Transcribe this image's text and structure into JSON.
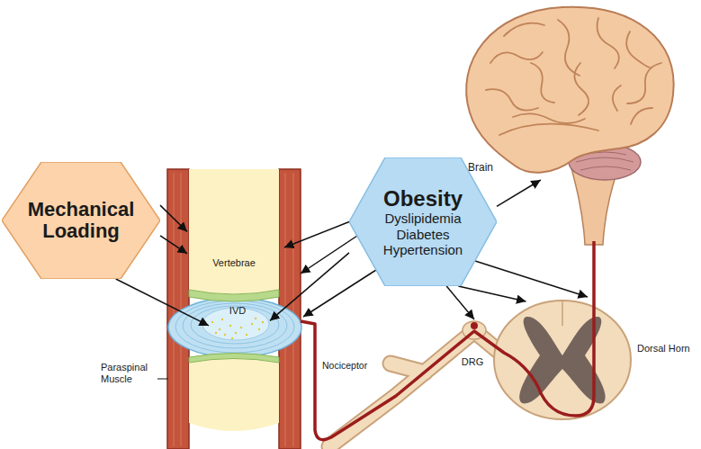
{
  "diagram": {
    "nodes": [
      {
        "text": [
          "Mechanical Loading"
        ]
      },
      {
        "text": [
          "Vertebrae"
        ]
      },
      {
        "text": [
          "IVD"
        ]
      },
      {
        "text": [
          "Obesity",
          "Dyslipidemia Diabetes Hypertension"
        ]
      },
      {
        "text": [
          "Brain"
        ]
      },
      {
        "text": [
          "DRG"
        ]
      },
      {
        "text": [
          "Dorsal Horn"
        ]
      }
    ],
    "edges": [
      {
        "from": 0,
        "to": 1,
        "arrow": "to"
      },
      {
        "from": 0,
        "to": 1,
        "arrow": "to"
      },
      {
        "from": 0,
        "to": 2,
        "arrow": "to"
      },
      {
        "from": 3,
        "to": 1,
        "arrow": "to"
      },
      {
        "from": 3,
        "to": 2,
        "arrow": "to"
      },
      {
        "from": 3,
        "to": 5,
        "arrow": "to"
      },
      {
        "from": 3,
        "to": 6,
        "arrow": "to"
      },
      {
        "from": 3,
        "to": 4,
        "arrow": "to"
      }
    ],
    "labels": [
      "Paraspinal Muscle",
      "Nociceptor"
    ]
  }
}
